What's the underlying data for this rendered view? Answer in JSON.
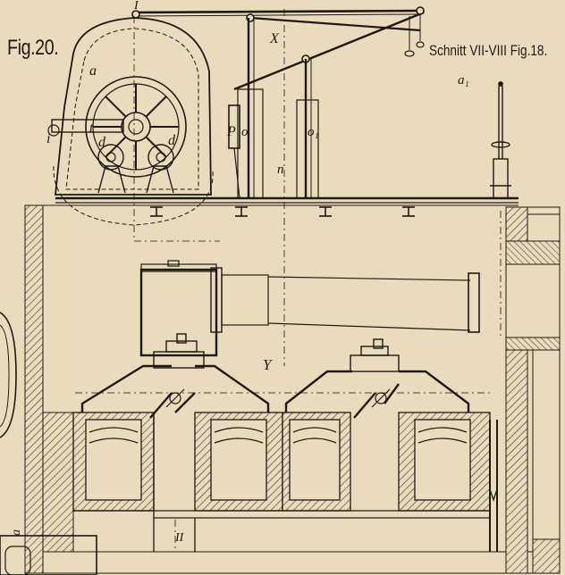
{
  "figure_title": "Fig.20.",
  "section_title": "Schnitt VII-VIII Fig.18.",
  "labels": {
    "a": "a",
    "a1": "a₁",
    "I": "I",
    "X": "X",
    "i": "i",
    "t": "t",
    "d_left": "d",
    "d_right": "d",
    "P": "P",
    "o": "o",
    "o1": "o₁",
    "n": "n",
    "Y": "Y",
    "II": "II",
    "a_bottom": "a"
  },
  "colors": {
    "paper": "#e8dcbc",
    "ink": "#1e1a12",
    "hatch": "#3a3222"
  }
}
